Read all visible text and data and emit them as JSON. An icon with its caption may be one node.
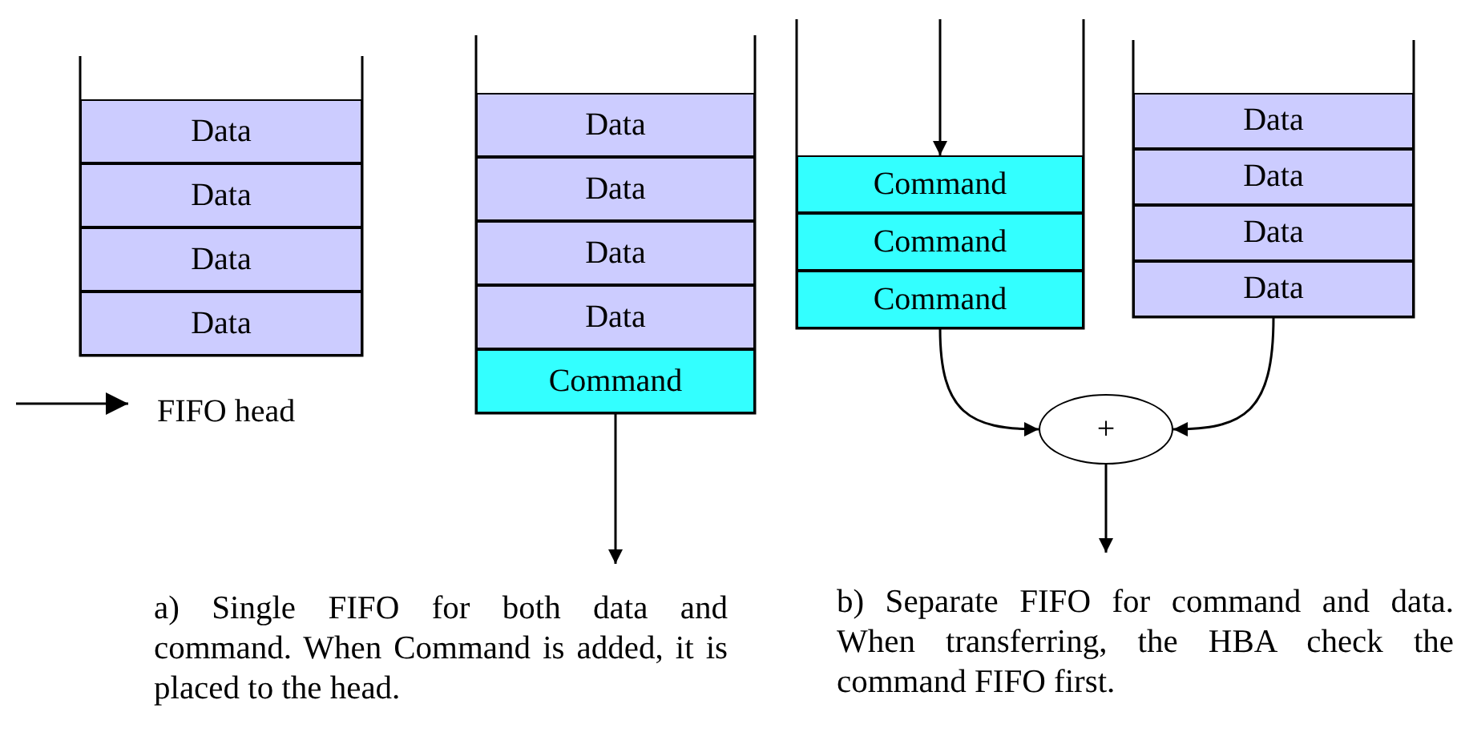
{
  "diagram": {
    "nodes": [
      {
        "text": [
          "Data"
        ]
      },
      {
        "text": [
          "Data"
        ]
      },
      {
        "text": [
          "Data"
        ]
      },
      {
        "text": [
          "Data"
        ]
      },
      {
        "text": [
          "Data"
        ]
      },
      {
        "text": [
          "Data"
        ]
      },
      {
        "text": [
          "Data"
        ]
      },
      {
        "text": [
          "Data"
        ]
      },
      {
        "text": [
          "Command"
        ]
      },
      {
        "text": [
          "Command"
        ]
      },
      {
        "text": [
          "Command"
        ]
      },
      {
        "text": [
          "Command"
        ]
      },
      {
        "text": [
          "Data"
        ]
      },
      {
        "text": [
          "Data"
        ]
      },
      {
        "text": [
          "Data"
        ]
      },
      {
        "text": [
          "Data"
        ]
      },
      {
        "text": [
          "+"
        ]
      }
    ],
    "edges": [
      {
        "from": 8,
        "to": null,
        "arrow": "to"
      },
      {
        "from": null,
        "to": 9,
        "arrow": "to"
      },
      {
        "from": 11,
        "to": 16,
        "arrow": "to"
      },
      {
        "from": 15,
        "to": 16,
        "arrow": "to"
      },
      {
        "from": 16,
        "to": null,
        "arrow": "to"
      }
    ],
    "labels": [
      "a) Single FIFO for both data and command. When Command is added, it is placed to the head.",
      "b) Separate FIFO for command and data. When transferring, the HBA check the command FIFO first."
    ],
    "legend": [
      {
        "text": "FIFO head"
      }
    ]
  }
}
